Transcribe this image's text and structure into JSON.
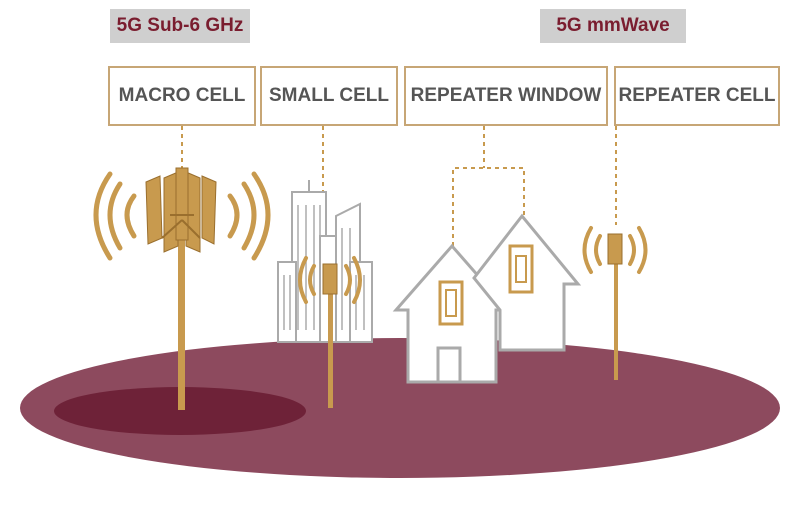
{
  "bands": {
    "sub6": "5G Sub-6 GHz",
    "mmwave": "5G mmWave"
  },
  "cells": [
    {
      "label": "MACRO CELL"
    },
    {
      "label": "SMALL CELL"
    },
    {
      "label": "REPEATER WINDOW"
    },
    {
      "label": "REPEATER CELL"
    }
  ],
  "colors": {
    "ground": "#8d4a5e",
    "ground_dark": "#6e2238",
    "gold": "#c89a4e",
    "gold_dark": "#9a6f2e",
    "building": "#aaaaaa",
    "band_text": "#7a1d2f",
    "band_bg": "#cfcfcf",
    "label_border": "#c7a676",
    "label_text": "#555555"
  }
}
